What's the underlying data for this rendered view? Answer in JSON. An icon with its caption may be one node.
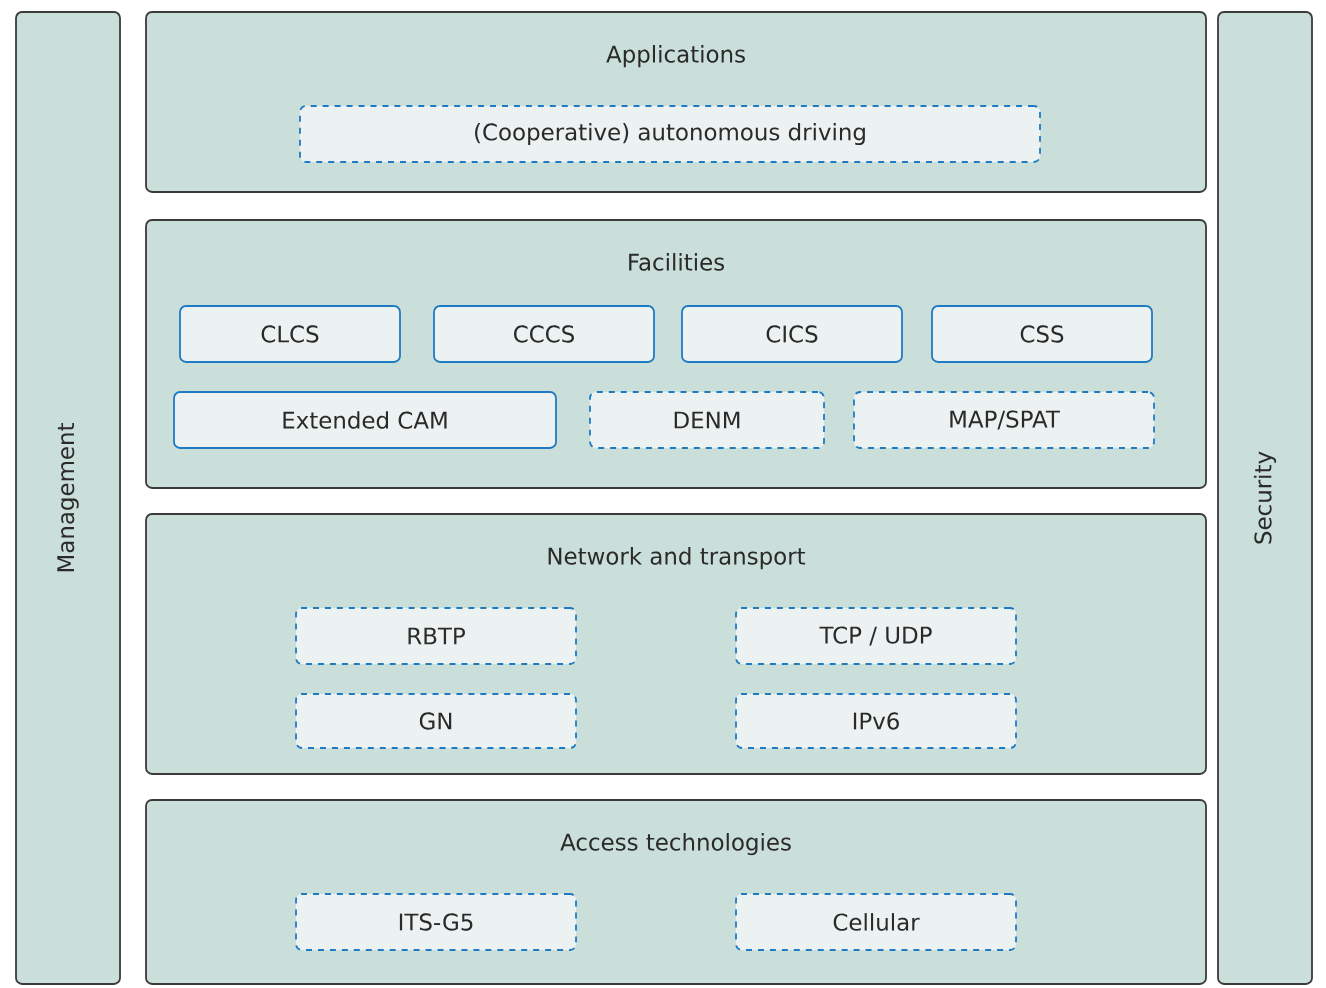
{
  "diagram": {
    "nodes": [
      {
        "text": [
          "Management"
        ]
      },
      {
        "text": [
          "Applications"
        ]
      },
      {
        "text": [
          "(Cooperative) autonomous driving"
        ],
        "in": 1
      },
      {
        "text": [
          "Facilities"
        ]
      },
      {
        "text": [
          "CLCS"
        ],
        "in": 3
      },
      {
        "text": [
          "CCCS"
        ],
        "in": 3
      },
      {
        "text": [
          "CICS"
        ],
        "in": 3
      },
      {
        "text": [
          "CSS"
        ],
        "in": 3
      },
      {
        "text": [
          "Extended CAM"
        ],
        "in": 3
      },
      {
        "text": [
          "DENM"
        ],
        "in": 3
      },
      {
        "text": [
          "MAP/SPAT"
        ],
        "in": 3
      },
      {
        "text": [
          "Network and transport"
        ]
      },
      {
        "text": [
          "RBTP"
        ],
        "in": 11
      },
      {
        "text": [
          "TCP / UDP"
        ],
        "in": 11
      },
      {
        "text": [
          "GN"
        ],
        "in": 11
      },
      {
        "text": [
          "IPv6"
        ],
        "in": 11
      },
      {
        "text": [
          "Access technologies"
        ]
      },
      {
        "text": [
          "ITS-G5"
        ],
        "in": 16
      },
      {
        "text": [
          "Cellular"
        ],
        "in": 16
      },
      {
        "text": [
          "Security"
        ]
      }
    ],
    "edges": []
  }
}
